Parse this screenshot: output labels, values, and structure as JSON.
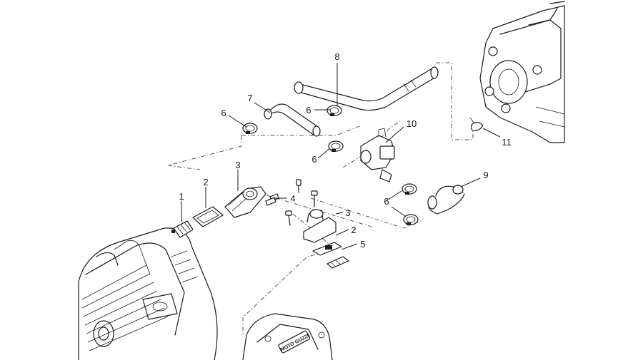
{
  "diagram": {
    "callouts": {
      "c1": "1",
      "c2a": "2",
      "c2b": "2",
      "c3a": "3",
      "c3b": "3",
      "c4": "4",
      "c5": "5",
      "c6a": "6",
      "c6b": "6",
      "c6c": "6",
      "c6d": "6",
      "c7": "7",
      "c8": "8",
      "c9": "9",
      "c10": "10",
      "c11": "11"
    },
    "engine_logo": "MOTO GUZZI"
  }
}
